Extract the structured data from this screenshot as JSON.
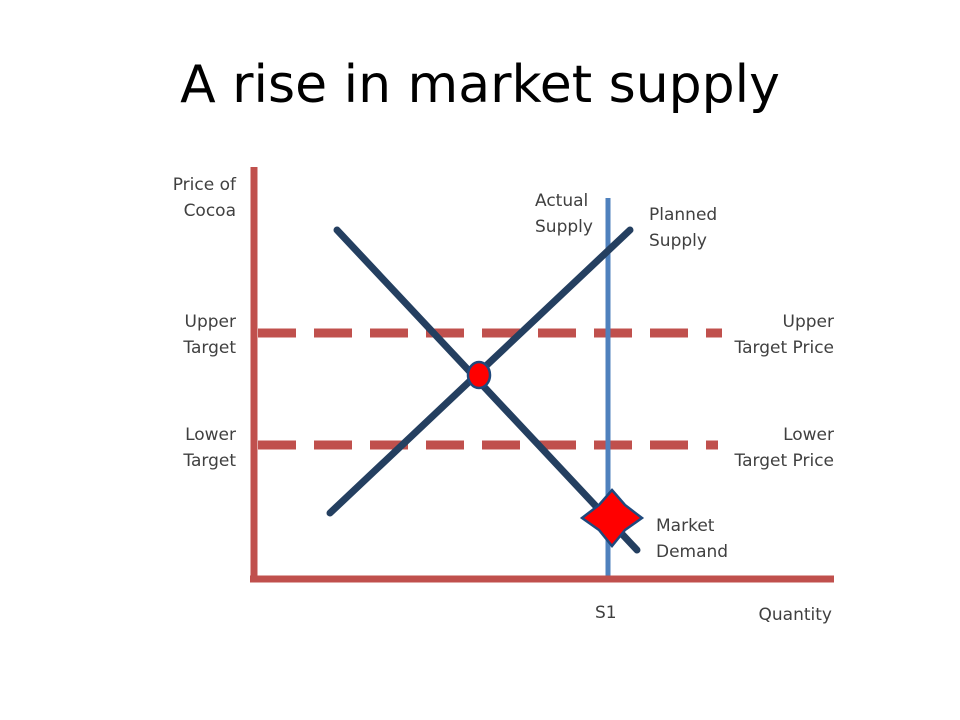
{
  "title": "A rise in market supply",
  "labels": {
    "y_axis": [
      "Price of",
      "Cocoa"
    ],
    "upper_target_left": [
      "Upper",
      "Target"
    ],
    "lower_target_left": [
      "Lower",
      "Target"
    ],
    "actual_supply": [
      "Actual",
      "Supply"
    ],
    "planned_supply": [
      "Planned",
      "Supply"
    ],
    "upper_target_price": [
      "Upper",
      "Target Price"
    ],
    "lower_target_price": [
      "Lower",
      "Target Price"
    ],
    "market_demand": [
      "Market",
      "Demand"
    ],
    "s1": "S1",
    "x_axis": "Quantity"
  },
  "colors": {
    "axis": "#c0504d",
    "target_line": "#c0504d",
    "curves": "#243f60",
    "actual_supply_line": "#4f81bd",
    "equilibrium_marker": "#ff0000",
    "star_marker": "#ff0000",
    "marker_outline": "#1f497d"
  }
}
